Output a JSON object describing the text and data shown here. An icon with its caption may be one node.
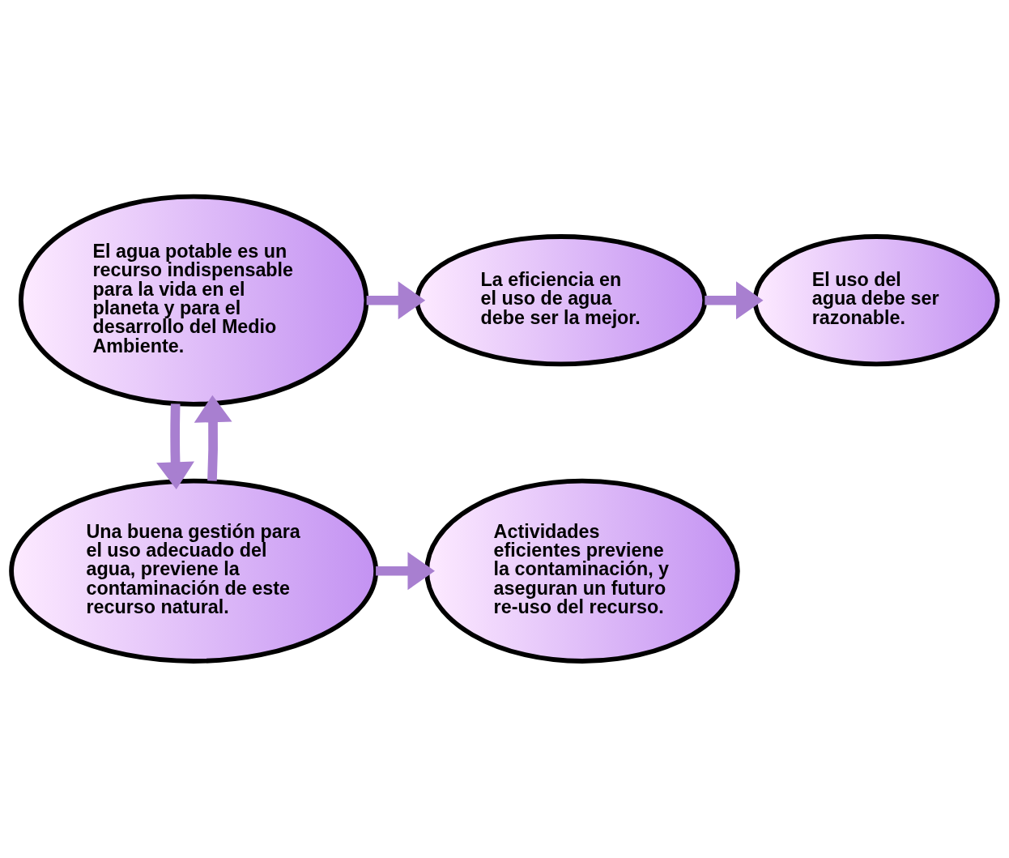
{
  "diagram": {
    "nodes": [
      {
        "text": [
          "El agua potable es un recurso indispensable para la vida en el planeta y para el desarrollo del Medio Ambiente."
        ]
      },
      {
        "text": [
          "La eficiencia en el uso de agua debe ser la mejor."
        ]
      },
      {
        "text": [
          "El uso del agua debe ser razonable."
        ]
      },
      {
        "text": [
          "Una buena gestión para el uso adecuado del agua, previene la contaminación de este recurso natural."
        ]
      },
      {
        "text": [
          "Actividades eficientes previene la contaminación, y aseguran un futuro re-uso del recurso."
        ]
      }
    ],
    "edges": [
      {
        "from": 0,
        "to": 1,
        "arrow": "to"
      },
      {
        "from": 1,
        "to": 2,
        "arrow": "to"
      },
      {
        "from": 0,
        "to": 3,
        "arrow": "to"
      },
      {
        "from": 3,
        "to": 0,
        "arrow": "to"
      },
      {
        "from": 3,
        "to": 4,
        "arrow": "to"
      }
    ]
  }
}
